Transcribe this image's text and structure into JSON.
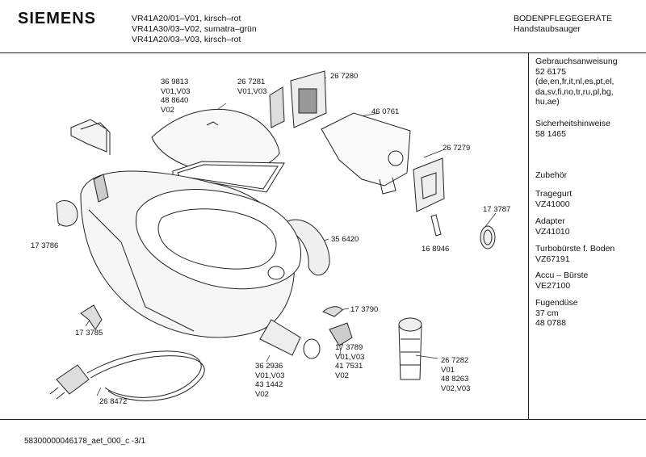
{
  "header": {
    "brand": "SIEMENS",
    "models": [
      "VR41A20/01–V01, kirsch–rot",
      "VR41A30/03–V02, sumatra–grün",
      "VR41A20/03–V03, kirsch–rot"
    ],
    "category": "BODENPFLEGEGERÄTE",
    "subcategory": "Handstaubsauger"
  },
  "sidebar": [
    {
      "title": "Gebrauchsanweisung",
      "lines": [
        "52 6175",
        "(de,en,fr,it,nl,es,pt,el,",
        "da,sv,fi,no,tr,ru,pl,bg,",
        "hu,ae)"
      ]
    },
    {
      "title": "Sicherheitshinweise",
      "lines": [
        "58 1465"
      ]
    },
    {
      "title": "Zubehör",
      "lines": []
    },
    {
      "title": "Tragegurt",
      "lines": [
        "VZ41000"
      ]
    },
    {
      "title": "Adapter",
      "lines": [
        "VZ41010"
      ]
    },
    {
      "title": "Turbobürste f. Boden",
      "lines": [
        "VZ67191"
      ]
    },
    {
      "title": "Accu – Bürste",
      "lines": [
        "VE27100"
      ]
    },
    {
      "title": "Fugendüse",
      "lines": [
        "37 cm",
        "48 0788"
      ]
    }
  ],
  "parts": {
    "p1": [
      "36 9813",
      "V01,V03",
      "48 8640",
      "V02"
    ],
    "p2": [
      "26 7281",
      "V01,V03"
    ],
    "p3": [
      "26 7280"
    ],
    "p4": [
      "46 0761"
    ],
    "p5": [
      "26 7279"
    ],
    "p6": [
      "17 3787"
    ],
    "p7": [
      "16 8946"
    ],
    "p8": [
      "35 6420"
    ],
    "p9": [
      "17 3786"
    ],
    "p10": [
      "17 3785"
    ],
    "p11": [
      "17 3790"
    ],
    "p12": [
      "17 3789",
      "V01,V03",
      "41 7531",
      "V02"
    ],
    "p13": [
      "36 2936",
      "V01,V03",
      "43 1442",
      "V02"
    ],
    "p14": [
      "26 7282",
      "V01",
      "48 8263",
      "V02,V03"
    ],
    "p15": [
      "26 8472"
    ]
  },
  "footer": {
    "doc_id": "58300000046178_aet_000_c  -3/1"
  }
}
